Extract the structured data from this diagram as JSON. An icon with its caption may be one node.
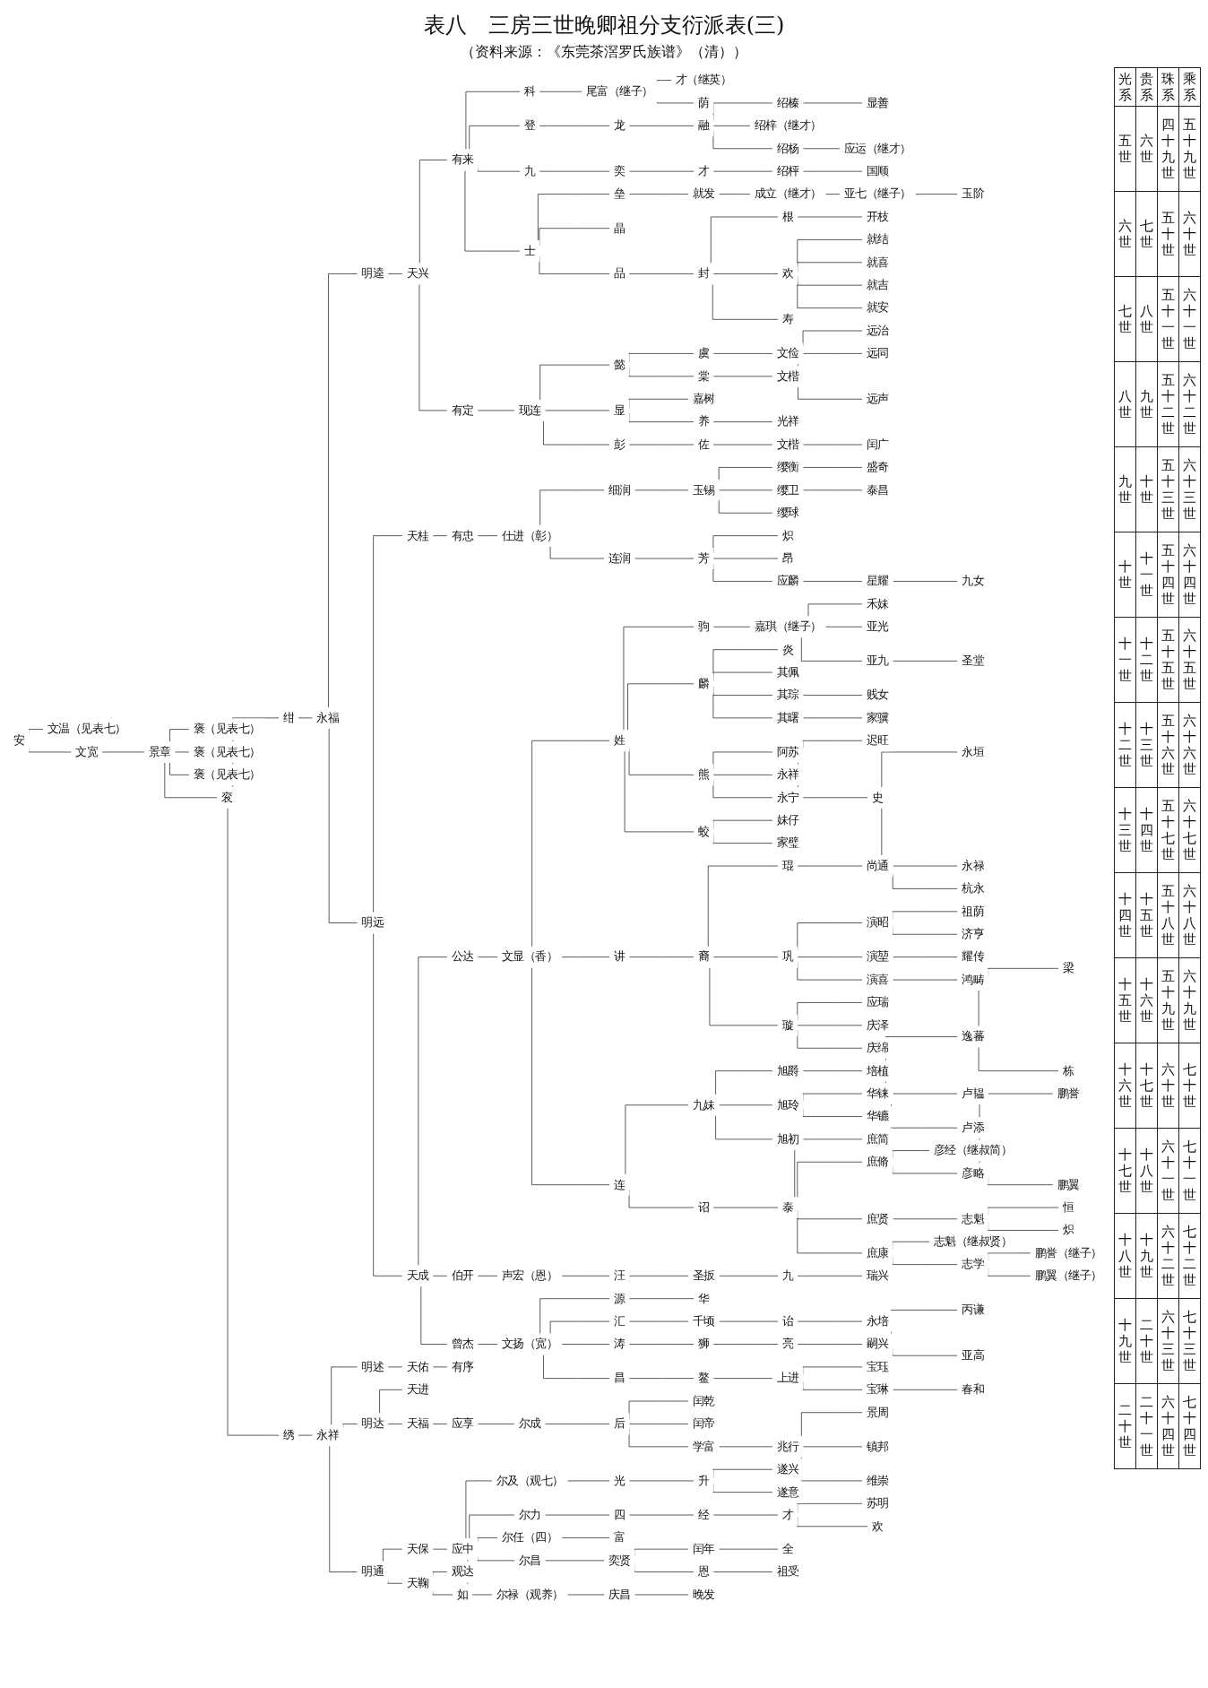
{
  "diagram": {
    "title": "表八　三房三世晚卿祖分支衍派表(三)",
    "nodes": [
      {
        "text": [
          "安"
        ]
      },
      {
        "text": [
          "文温（见表七）"
        ]
      },
      {
        "text": [
          "文宽"
        ]
      },
      {
        "text": [
          "景章"
        ]
      },
      {
        "text": [
          "褒（见表七）"
        ]
      },
      {
        "text": [
          "褒（见表七）"
        ]
      },
      {
        "text": [
          "褒（见表七）"
        ]
      },
      {
        "text": [
          "衮"
        ]
      },
      {
        "text": [
          "绀"
        ]
      },
      {
        "text": [
          "绣"
        ]
      },
      {
        "text": [
          "永福"
        ]
      },
      {
        "text": [
          "永祥"
        ]
      },
      {
        "text": [
          "明逵"
        ]
      },
      {
        "text": [
          "明远"
        ]
      },
      {
        "text": [
          "明述"
        ]
      },
      {
        "text": [
          "明达"
        ]
      },
      {
        "text": [
          "明通"
        ]
      },
      {
        "text": [
          "天兴"
        ]
      },
      {
        "text": [
          "天桂"
        ]
      },
      {
        "text": [
          "天成"
        ]
      },
      {
        "text": [
          "天佑"
        ]
      },
      {
        "text": [
          "天进"
        ]
      },
      {
        "text": [
          "天福"
        ]
      },
      {
        "text": [
          "天保"
        ]
      },
      {
        "text": [
          "天鞠"
        ]
      },
      {
        "text": [
          "有来"
        ]
      },
      {
        "text": [
          "有定"
        ]
      },
      {
        "text": [
          "有忠"
        ]
      },
      {
        "text": [
          "公达"
        ]
      },
      {
        "text": [
          "伯开"
        ]
      },
      {
        "text": [
          "曾杰"
        ]
      },
      {
        "text": [
          "有序"
        ]
      },
      {
        "text": [
          "应享"
        ]
      },
      {
        "text": [
          "应中"
        ]
      },
      {
        "text": [
          "观达"
        ]
      },
      {
        "text": [
          "如"
        ]
      },
      {
        "text": [
          "科"
        ]
      },
      {
        "text": [
          "登"
        ]
      },
      {
        "text": [
          "九"
        ]
      },
      {
        "text": [
          "士"
        ]
      },
      {
        "text": [
          "现连"
        ]
      },
      {
        "text": [
          "仕进（彰）"
        ]
      },
      {
        "text": [
          "文显（香）"
        ]
      },
      {
        "text": [
          "声宏（恩）"
        ]
      },
      {
        "text": [
          "文扬（宽）"
        ]
      },
      {
        "text": [
          "尔成"
        ]
      },
      {
        "text": [
          "尔及（观七）"
        ]
      },
      {
        "text": [
          "尔力"
        ]
      },
      {
        "text": [
          "尔任（四）"
        ]
      },
      {
        "text": [
          "尔昌"
        ]
      },
      {
        "text": [
          "尔禄（观养）"
        ]
      },
      {
        "text": [
          "尾富（继子）"
        ]
      },
      {
        "text": [
          "龙"
        ]
      },
      {
        "text": [
          "奕"
        ]
      },
      {
        "text": [
          "垒"
        ]
      },
      {
        "text": [
          "晶"
        ]
      },
      {
        "text": [
          "品"
        ]
      },
      {
        "text": [
          "懿"
        ]
      },
      {
        "text": [
          "显"
        ]
      },
      {
        "text": [
          "彭"
        ]
      },
      {
        "text": [
          "细润"
        ]
      },
      {
        "text": [
          "连润"
        ]
      },
      {
        "text": [
          "姓"
        ]
      },
      {
        "text": [
          "讲"
        ]
      },
      {
        "text": [
          "连"
        ]
      },
      {
        "text": [
          "汪"
        ]
      },
      {
        "text": [
          "源"
        ]
      },
      {
        "text": [
          "汇"
        ]
      },
      {
        "text": [
          "涛"
        ]
      },
      {
        "text": [
          "昌"
        ]
      },
      {
        "text": [
          "后"
        ]
      },
      {
        "text": [
          "光"
        ]
      },
      {
        "text": [
          "四"
        ]
      },
      {
        "text": [
          "富"
        ]
      },
      {
        "text": [
          "奕贤"
        ]
      },
      {
        "text": [
          "庆昌"
        ]
      },
      {
        "text": [
          "才（继英）"
        ]
      },
      {
        "text": [
          "荫"
        ]
      },
      {
        "text": [
          "融"
        ]
      },
      {
        "text": [
          "才"
        ]
      },
      {
        "text": [
          "就发"
        ]
      },
      {
        "text": [
          "封"
        ]
      },
      {
        "text": [
          "虞"
        ]
      },
      {
        "text": [
          "棠"
        ]
      },
      {
        "text": [
          "嘉树"
        ]
      },
      {
        "text": [
          "养"
        ]
      },
      {
        "text": [
          "佐"
        ]
      },
      {
        "text": [
          "玉锡"
        ]
      },
      {
        "text": [
          "芳"
        ]
      },
      {
        "text": [
          "驹"
        ]
      },
      {
        "text": [
          "麟"
        ]
      },
      {
        "text": [
          "熊"
        ]
      },
      {
        "text": [
          "蛟"
        ]
      },
      {
        "text": [
          "裔"
        ]
      },
      {
        "text": [
          "九妹"
        ]
      },
      {
        "text": [
          "诏"
        ]
      },
      {
        "text": [
          "圣扳"
        ]
      },
      {
        "text": [
          "华"
        ]
      },
      {
        "text": [
          "千顷"
        ]
      },
      {
        "text": [
          "狮"
        ]
      },
      {
        "text": [
          "鳌"
        ]
      },
      {
        "text": [
          "闰乾"
        ]
      },
      {
        "text": [
          "闰帝"
        ]
      },
      {
        "text": [
          "学富"
        ]
      },
      {
        "text": [
          "升"
        ]
      },
      {
        "text": [
          "经"
        ]
      },
      {
        "text": [
          "闰年"
        ]
      },
      {
        "text": [
          "恩"
        ]
      },
      {
        "text": [
          "晚发"
        ]
      },
      {
        "text": [
          "绍榛"
        ]
      },
      {
        "text": [
          "绍梓（继才）"
        ]
      },
      {
        "text": [
          "绍杨"
        ]
      },
      {
        "text": [
          "绍枰"
        ]
      },
      {
        "text": [
          "成立（继才）"
        ]
      },
      {
        "text": [
          "根"
        ]
      },
      {
        "text": [
          "欢"
        ]
      },
      {
        "text": [
          "寿"
        ]
      },
      {
        "text": [
          "文俭"
        ]
      },
      {
        "text": [
          "文楷"
        ]
      },
      {
        "text": [
          "光祥"
        ]
      },
      {
        "text": [
          "文楷"
        ]
      },
      {
        "text": [
          "缨衡"
        ]
      },
      {
        "text": [
          "缨卫"
        ]
      },
      {
        "text": [
          "缨球"
        ]
      },
      {
        "text": [
          "炽"
        ]
      },
      {
        "text": [
          "昂"
        ]
      },
      {
        "text": [
          "应麟"
        ]
      },
      {
        "text": [
          "嘉琪（继子）"
        ]
      },
      {
        "text": [
          "炎"
        ]
      },
      {
        "text": [
          "其佩"
        ]
      },
      {
        "text": [
          "其琮"
        ]
      },
      {
        "text": [
          "其曙"
        ]
      },
      {
        "text": [
          "阿苏"
        ]
      },
      {
        "text": [
          "永祥"
        ]
      },
      {
        "text": [
          "永宁"
        ]
      },
      {
        "text": [
          "妹仔"
        ]
      },
      {
        "text": [
          "家璧"
        ]
      },
      {
        "text": [
          "琨"
        ]
      },
      {
        "text": [
          "巩"
        ]
      },
      {
        "text": [
          "璇"
        ]
      },
      {
        "text": [
          "旭爵"
        ]
      },
      {
        "text": [
          "旭玲"
        ]
      },
      {
        "text": [
          "旭初"
        ]
      },
      {
        "text": [
          "泰"
        ]
      },
      {
        "text": [
          "九"
        ]
      },
      {
        "text": [
          "诒"
        ]
      },
      {
        "text": [
          "亮"
        ]
      },
      {
        "text": [
          "上进"
        ]
      },
      {
        "text": [
          "兆行"
        ]
      },
      {
        "text": [
          "遂兴"
        ]
      },
      {
        "text": [
          "遂意"
        ]
      },
      {
        "text": [
          "才"
        ]
      },
      {
        "text": [
          "全"
        ]
      },
      {
        "text": [
          "祖受"
        ]
      },
      {
        "text": [
          "显善"
        ]
      },
      {
        "text": [
          "应运（继才）"
        ]
      },
      {
        "text": [
          "国顺"
        ]
      },
      {
        "text": [
          "亚七（继子）"
        ]
      },
      {
        "text": [
          "开枝"
        ]
      },
      {
        "text": [
          "就结"
        ]
      },
      {
        "text": [
          "就喜"
        ]
      },
      {
        "text": [
          "就吉"
        ]
      },
      {
        "text": [
          "就安"
        ]
      },
      {
        "text": [
          "远治"
        ]
      },
      {
        "text": [
          "远同"
        ]
      },
      {
        "text": [
          "远声"
        ]
      },
      {
        "text": [
          "闰广"
        ]
      },
      {
        "text": [
          "盛奇"
        ]
      },
      {
        "text": [
          "泰昌"
        ]
      },
      {
        "text": [
          "星耀"
        ]
      },
      {
        "text": [
          "禾妹"
        ]
      },
      {
        "text": [
          "亚光"
        ]
      },
      {
        "text": [
          "亚九"
        ]
      },
      {
        "text": [
          "贱女"
        ]
      },
      {
        "text": [
          "家骥"
        ]
      },
      {
        "text": [
          "迟旺"
        ]
      },
      {
        "text": [
          "史"
        ]
      },
      {
        "text": [
          "尚通"
        ]
      },
      {
        "text": [
          "演昭"
        ]
      },
      {
        "text": [
          "演堃"
        ]
      },
      {
        "text": [
          "演喜"
        ]
      },
      {
        "text": [
          "应瑞"
        ]
      },
      {
        "text": [
          "庆泽"
        ]
      },
      {
        "text": [
          "庆绵"
        ]
      },
      {
        "text": [
          "培植"
        ]
      },
      {
        "text": [
          "华铼"
        ]
      },
      {
        "text": [
          "华镳"
        ]
      },
      {
        "text": [
          "庶简"
        ]
      },
      {
        "text": [
          "庶脩"
        ]
      },
      {
        "text": [
          "庶贤"
        ]
      },
      {
        "text": [
          "庶康"
        ]
      },
      {
        "text": [
          "瑞兴"
        ]
      },
      {
        "text": [
          "永培"
        ]
      },
      {
        "text": [
          "嗣兴"
        ]
      },
      {
        "text": [
          "宝珏"
        ]
      },
      {
        "text": [
          "宝琳"
        ]
      },
      {
        "text": [
          "景周"
        ]
      },
      {
        "text": [
          "镇邦"
        ]
      },
      {
        "text": [
          "维崇"
        ]
      },
      {
        "text": [
          "苏明"
        ]
      },
      {
        "text": [
          "欢"
        ]
      },
      {
        "text": [
          "玉阶"
        ]
      },
      {
        "text": [
          "九女"
        ]
      },
      {
        "text": [
          "圣堂"
        ]
      },
      {
        "text": [
          "永垣"
        ]
      },
      {
        "text": [
          "永禄"
        ]
      },
      {
        "text": [
          "杭永"
        ]
      },
      {
        "text": [
          "祖荫"
        ]
      },
      {
        "text": [
          "济亨"
        ]
      },
      {
        "text": [
          "耀传"
        ]
      },
      {
        "text": [
          "鸿畴"
        ]
      },
      {
        "text": [
          "逸蕃"
        ]
      },
      {
        "text": [
          "卢韫"
        ]
      },
      {
        "text": [
          "卢添"
        ]
      },
      {
        "text": [
          "彦经（继叔简）"
        ]
      },
      {
        "text": [
          "彦略"
        ]
      },
      {
        "text": [
          "志魁"
        ]
      },
      {
        "text": [
          "志魁（继叔贤）"
        ]
      },
      {
        "text": [
          "志学"
        ]
      },
      {
        "text": [
          "丙谦"
        ]
      },
      {
        "text": [
          "亚高"
        ]
      },
      {
        "text": [
          "春和"
        ]
      },
      {
        "text": [
          "梁"
        ]
      },
      {
        "text": [
          "栋"
        ]
      },
      {
        "text": [
          "鹏誉"
        ]
      },
      {
        "text": [
          "鹏翼"
        ]
      },
      {
        "text": [
          "恒"
        ]
      },
      {
        "text": [
          "炽"
        ]
      },
      {
        "text": [
          "鹏誉（继子）"
        ]
      },
      {
        "text": [
          "鹏翼（继子）"
        ]
      }
    ],
    "edges": [
      {
        "from": 0,
        "to": 1,
        "arrow": "none"
      },
      {
        "from": 0,
        "to": 2,
        "arrow": "none"
      },
      {
        "from": 2,
        "to": 3,
        "arrow": "none"
      },
      {
        "from": 3,
        "to": 4,
        "arrow": "none"
      },
      {
        "from": 3,
        "to": 5,
        "arrow": "none"
      },
      {
        "from": 3,
        "to": 6,
        "arrow": "none"
      },
      {
        "from": 3,
        "to": 7,
        "arrow": "none"
      },
      {
        "from": 7,
        "to": 8,
        "arrow": "none"
      },
      {
        "from": 7,
        "to": 9,
        "arrow": "none"
      },
      {
        "from": 8,
        "to": 10,
        "arrow": "none"
      },
      {
        "from": 9,
        "to": 11,
        "arrow": "none"
      },
      {
        "from": 10,
        "to": 12,
        "arrow": "none"
      },
      {
        "from": 10,
        "to": 13,
        "arrow": "none"
      },
      {
        "from": 11,
        "to": 14,
        "arrow": "none"
      },
      {
        "from": 11,
        "to": 15,
        "arrow": "none"
      },
      {
        "from": 11,
        "to": 16,
        "arrow": "none"
      },
      {
        "from": 12,
        "to": 17,
        "arrow": "none"
      },
      {
        "from": 13,
        "to": 18,
        "arrow": "none"
      },
      {
        "from": 13,
        "to": 19,
        "arrow": "none"
      },
      {
        "from": 14,
        "to": 20,
        "arrow": "none"
      },
      {
        "from": 15,
        "to": 21,
        "arrow": "none"
      },
      {
        "from": 15,
        "to": 22,
        "arrow": "none"
      },
      {
        "from": 16,
        "to": 23,
        "arrow": "none"
      },
      {
        "from": 16,
        "to": 24,
        "arrow": "none"
      },
      {
        "from": 17,
        "to": 25,
        "arrow": "none"
      },
      {
        "from": 17,
        "to": 26,
        "arrow": "none"
      },
      {
        "from": 18,
        "to": 27,
        "arrow": "none"
      },
      {
        "from": 19,
        "to": 28,
        "arrow": "none"
      },
      {
        "from": 19,
        "to": 29,
        "arrow": "none"
      },
      {
        "from": 19,
        "to": 30,
        "arrow": "none"
      },
      {
        "from": 20,
        "to": 31,
        "arrow": "none"
      },
      {
        "from": 22,
        "to": 32,
        "arrow": "none"
      },
      {
        "from": 23,
        "to": 33,
        "arrow": "none"
      },
      {
        "from": 24,
        "to": 34,
        "arrow": "none"
      },
      {
        "from": 24,
        "to": 35,
        "arrow": "none"
      },
      {
        "from": 25,
        "to": 36,
        "arrow": "none"
      },
      {
        "from": 25,
        "to": 37,
        "arrow": "none"
      },
      {
        "from": 25,
        "to": 38,
        "arrow": "none"
      },
      {
        "from": 25,
        "to": 39,
        "arrow": "none"
      },
      {
        "from": 26,
        "to": 40,
        "arrow": "none"
      },
      {
        "from": 27,
        "to": 41,
        "arrow": "none"
      },
      {
        "from": 28,
        "to": 42,
        "arrow": "none"
      },
      {
        "from": 29,
        "to": 43,
        "arrow": "none"
      },
      {
        "from": 30,
        "to": 44,
        "arrow": "none"
      },
      {
        "from": 32,
        "to": 45,
        "arrow": "none"
      },
      {
        "from": 33,
        "to": 46,
        "arrow": "none"
      },
      {
        "from": 33,
        "to": 47,
        "arrow": "none"
      },
      {
        "from": 33,
        "to": 48,
        "arrow": "none"
      },
      {
        "from": 33,
        "to": 49,
        "arrow": "none"
      },
      {
        "from": 33,
        "to": 50,
        "arrow": "none"
      },
      {
        "from": 36,
        "to": 51,
        "arrow": "none"
      },
      {
        "from": 37,
        "to": 52,
        "arrow": "none"
      },
      {
        "from": 38,
        "to": 53,
        "arrow": "none"
      },
      {
        "from": 39,
        "to": 54,
        "arrow": "none"
      },
      {
        "from": 39,
        "to": 55,
        "arrow": "none"
      },
      {
        "from": 39,
        "to": 56,
        "arrow": "none"
      },
      {
        "from": 40,
        "to": 57,
        "arrow": "none"
      },
      {
        "from": 40,
        "to": 58,
        "arrow": "none"
      },
      {
        "from": 40,
        "to": 59,
        "arrow": "none"
      },
      {
        "from": 41,
        "to": 60,
        "arrow": "none"
      },
      {
        "from": 41,
        "to": 61,
        "arrow": "none"
      },
      {
        "from": 42,
        "to": 62,
        "arrow": "none"
      },
      {
        "from": 42,
        "to": 63,
        "arrow": "none"
      },
      {
        "from": 42,
        "to": 64,
        "arrow": "none"
      },
      {
        "from": 43,
        "to": 65,
        "arrow": "none"
      },
      {
        "from": 44,
        "to": 66,
        "arrow": "none"
      },
      {
        "from": 44,
        "to": 67,
        "arrow": "none"
      },
      {
        "from": 44,
        "to": 68,
        "arrow": "none"
      },
      {
        "from": 44,
        "to": 69,
        "arrow": "none"
      },
      {
        "from": 45,
        "to": 70,
        "arrow": "none"
      },
      {
        "from": 46,
        "to": 71,
        "arrow": "none"
      },
      {
        "from": 47,
        "to": 72,
        "arrow": "none"
      },
      {
        "from": 48,
        "to": 73,
        "arrow": "none"
      },
      {
        "from": 49,
        "to": 74,
        "arrow": "none"
      },
      {
        "from": 50,
        "to": 75,
        "arrow": "none"
      },
      {
        "from": 51,
        "to": 76,
        "arrow": "none"
      },
      {
        "from": 51,
        "to": 77,
        "arrow": "none"
      },
      {
        "from": 52,
        "to": 78,
        "arrow": "none"
      },
      {
        "from": 53,
        "to": 79,
        "arrow": "none"
      },
      {
        "from": 54,
        "to": 80,
        "arrow": "none"
      },
      {
        "from": 56,
        "to": 81,
        "arrow": "none"
      },
      {
        "from": 57,
        "to": 82,
        "arrow": "none"
      },
      {
        "from": 57,
        "to": 83,
        "arrow": "none"
      },
      {
        "from": 58,
        "to": 84,
        "arrow": "none"
      },
      {
        "from": 58,
        "to": 85,
        "arrow": "none"
      },
      {
        "from": 59,
        "to": 86,
        "arrow": "none"
      },
      {
        "from": 60,
        "to": 87,
        "arrow": "none"
      },
      {
        "from": 61,
        "to": 88,
        "arrow": "none"
      },
      {
        "from": 62,
        "to": 89,
        "arrow": "none"
      },
      {
        "from": 62,
        "to": 90,
        "arrow": "none"
      },
      {
        "from": 62,
        "to": 91,
        "arrow": "none"
      },
      {
        "from": 62,
        "to": 92,
        "arrow": "none"
      },
      {
        "from": 63,
        "to": 93,
        "arrow": "none"
      },
      {
        "from": 64,
        "to": 94,
        "arrow": "none"
      },
      {
        "from": 64,
        "to": 95,
        "arrow": "none"
      },
      {
        "from": 65,
        "to": 96,
        "arrow": "none"
      },
      {
        "from": 66,
        "to": 97,
        "arrow": "none"
      },
      {
        "from": 67,
        "to": 98,
        "arrow": "none"
      },
      {
        "from": 68,
        "to": 99,
        "arrow": "none"
      },
      {
        "from": 69,
        "to": 100,
        "arrow": "none"
      },
      {
        "from": 70,
        "to": 101,
        "arrow": "none"
      },
      {
        "from": 70,
        "to": 102,
        "arrow": "none"
      },
      {
        "from": 70,
        "to": 103,
        "arrow": "none"
      },
      {
        "from": 71,
        "to": 104,
        "arrow": "none"
      },
      {
        "from": 72,
        "to": 105,
        "arrow": "none"
      },
      {
        "from": 74,
        "to": 106,
        "arrow": "none"
      },
      {
        "from": 74,
        "to": 107,
        "arrow": "none"
      },
      {
        "from": 75,
        "to": 108,
        "arrow": "none"
      },
      {
        "from": 78,
        "to": 109,
        "arrow": "none"
      },
      {
        "from": 78,
        "to": 110,
        "arrow": "none"
      },
      {
        "from": 78,
        "to": 111,
        "arrow": "none"
      },
      {
        "from": 79,
        "to": 112,
        "arrow": "none"
      },
      {
        "from": 80,
        "to": 113,
        "arrow": "none"
      },
      {
        "from": 81,
        "to": 114,
        "arrow": "none"
      },
      {
        "from": 81,
        "to": 115,
        "arrow": "none"
      },
      {
        "from": 81,
        "to": 116,
        "arrow": "none"
      },
      {
        "from": 82,
        "to": 117,
        "arrow": "none"
      },
      {
        "from": 83,
        "to": 118,
        "arrow": "none"
      },
      {
        "from": 85,
        "to": 119,
        "arrow": "none"
      },
      {
        "from": 86,
        "to": 120,
        "arrow": "none"
      },
      {
        "from": 87,
        "to": 121,
        "arrow": "none"
      },
      {
        "from": 87,
        "to": 122,
        "arrow": "none"
      },
      {
        "from": 87,
        "to": 123,
        "arrow": "none"
      },
      {
        "from": 88,
        "to": 124,
        "arrow": "none"
      },
      {
        "from": 88,
        "to": 125,
        "arrow": "none"
      },
      {
        "from": 88,
        "to": 126,
        "arrow": "none"
      },
      {
        "from": 89,
        "to": 127,
        "arrow": "none"
      },
      {
        "from": 90,
        "to": 128,
        "arrow": "none"
      },
      {
        "from": 90,
        "to": 129,
        "arrow": "none"
      },
      {
        "from": 90,
        "to": 130,
        "arrow": "none"
      },
      {
        "from": 90,
        "to": 131,
        "arrow": "none"
      },
      {
        "from": 91,
        "to": 132,
        "arrow": "none"
      },
      {
        "from": 91,
        "to": 133,
        "arrow": "none"
      },
      {
        "from": 91,
        "to": 134,
        "arrow": "none"
      },
      {
        "from": 92,
        "to": 135,
        "arrow": "none"
      },
      {
        "from": 92,
        "to": 136,
        "arrow": "none"
      },
      {
        "from": 93,
        "to": 137,
        "arrow": "none"
      },
      {
        "from": 93,
        "to": 138,
        "arrow": "none"
      },
      {
        "from": 93,
        "to": 139,
        "arrow": "none"
      },
      {
        "from": 94,
        "to": 140,
        "arrow": "none"
      },
      {
        "from": 94,
        "to": 141,
        "arrow": "none"
      },
      {
        "from": 94,
        "to": 142,
        "arrow": "none"
      },
      {
        "from": 95,
        "to": 143,
        "arrow": "none"
      },
      {
        "from": 96,
        "to": 144,
        "arrow": "none"
      },
      {
        "from": 98,
        "to": 145,
        "arrow": "none"
      },
      {
        "from": 99,
        "to": 146,
        "arrow": "none"
      },
      {
        "from": 100,
        "to": 147,
        "arrow": "none"
      },
      {
        "from": 103,
        "to": 148,
        "arrow": "none"
      },
      {
        "from": 104,
        "to": 149,
        "arrow": "none"
      },
      {
        "from": 104,
        "to": 150,
        "arrow": "none"
      },
      {
        "from": 105,
        "to": 151,
        "arrow": "none"
      },
      {
        "from": 106,
        "to": 152,
        "arrow": "none"
      },
      {
        "from": 107,
        "to": 153,
        "arrow": "none"
      },
      {
        "from": 109,
        "to": 154,
        "arrow": "none"
      },
      {
        "from": 111,
        "to": 155,
        "arrow": "none"
      },
      {
        "from": 112,
        "to": 156,
        "arrow": "none"
      },
      {
        "from": 113,
        "to": 157,
        "arrow": "none"
      },
      {
        "from": 114,
        "to": 158,
        "arrow": "none"
      },
      {
        "from": 115,
        "to": 159,
        "arrow": "none"
      },
      {
        "from": 115,
        "to": 160,
        "arrow": "none"
      },
      {
        "from": 115,
        "to": 161,
        "arrow": "none"
      },
      {
        "from": 115,
        "to": 162,
        "arrow": "none"
      },
      {
        "from": 117,
        "to": 163,
        "arrow": "none"
      },
      {
        "from": 117,
        "to": 164,
        "arrow": "none"
      },
      {
        "from": 117,
        "to": 165,
        "arrow": "none"
      },
      {
        "from": 120,
        "to": 166,
        "arrow": "none"
      },
      {
        "from": 121,
        "to": 167,
        "arrow": "none"
      },
      {
        "from": 122,
        "to": 168,
        "arrow": "none"
      },
      {
        "from": 126,
        "to": 169,
        "arrow": "none"
      },
      {
        "from": 127,
        "to": 170,
        "arrow": "none"
      },
      {
        "from": 127,
        "to": 171,
        "arrow": "none"
      },
      {
        "from": 127,
        "to": 172,
        "arrow": "none"
      },
      {
        "from": 130,
        "to": 173,
        "arrow": "none"
      },
      {
        "from": 131,
        "to": 174,
        "arrow": "none"
      },
      {
        "from": 132,
        "to": 175,
        "arrow": "none"
      },
      {
        "from": 132,
        "to": 176,
        "arrow": "none"
      },
      {
        "from": 137,
        "to": 177,
        "arrow": "none"
      },
      {
        "from": 138,
        "to": 178,
        "arrow": "none"
      },
      {
        "from": 138,
        "to": 179,
        "arrow": "none"
      },
      {
        "from": 138,
        "to": 180,
        "arrow": "none"
      },
      {
        "from": 139,
        "to": 181,
        "arrow": "none"
      },
      {
        "from": 139,
        "to": 182,
        "arrow": "none"
      },
      {
        "from": 139,
        "to": 183,
        "arrow": "none"
      },
      {
        "from": 140,
        "to": 184,
        "arrow": "none"
      },
      {
        "from": 141,
        "to": 185,
        "arrow": "none"
      },
      {
        "from": 141,
        "to": 186,
        "arrow": "none"
      },
      {
        "from": 143,
        "to": 187,
        "arrow": "none"
      },
      {
        "from": 143,
        "to": 188,
        "arrow": "none"
      },
      {
        "from": 143,
        "to": 189,
        "arrow": "none"
      },
      {
        "from": 143,
        "to": 190,
        "arrow": "none"
      },
      {
        "from": 144,
        "to": 191,
        "arrow": "none"
      },
      {
        "from": 145,
        "to": 192,
        "arrow": "none"
      },
      {
        "from": 146,
        "to": 193,
        "arrow": "none"
      },
      {
        "from": 147,
        "to": 194,
        "arrow": "none"
      },
      {
        "from": 147,
        "to": 195,
        "arrow": "none"
      },
      {
        "from": 148,
        "to": 196,
        "arrow": "none"
      },
      {
        "from": 148,
        "to": 197,
        "arrow": "none"
      },
      {
        "from": 148,
        "to": 198,
        "arrow": "none"
      },
      {
        "from": 151,
        "to": 199,
        "arrow": "none"
      },
      {
        "from": 151,
        "to": 200,
        "arrow": "none"
      },
      {
        "from": 157,
        "to": 201,
        "arrow": "none"
      },
      {
        "from": 169,
        "to": 202,
        "arrow": "none"
      },
      {
        "from": 172,
        "to": 203,
        "arrow": "none"
      },
      {
        "from": 177,
        "to": 204,
        "arrow": "none"
      },
      {
        "from": 177,
        "to": 205,
        "arrow": "none"
      },
      {
        "from": 177,
        "to": 206,
        "arrow": "none"
      },
      {
        "from": 178,
        "to": 207,
        "arrow": "none"
      },
      {
        "from": 178,
        "to": 208,
        "arrow": "none"
      },
      {
        "from": 179,
        "to": 209,
        "arrow": "none"
      },
      {
        "from": 180,
        "to": 210,
        "arrow": "none"
      },
      {
        "from": 185,
        "to": 211,
        "arrow": "none"
      },
      {
        "from": 185,
        "to": 212,
        "arrow": "none"
      },
      {
        "from": 185,
        "to": 213,
        "arrow": "none"
      },
      {
        "from": 188,
        "to": 214,
        "arrow": "none"
      },
      {
        "from": 188,
        "to": 215,
        "arrow": "none"
      },
      {
        "from": 189,
        "to": 216,
        "arrow": "none"
      },
      {
        "from": 190,
        "to": 217,
        "arrow": "none"
      },
      {
        "from": 190,
        "to": 218,
        "arrow": "none"
      },
      {
        "from": 193,
        "to": 219,
        "arrow": "none"
      },
      {
        "from": 193,
        "to": 220,
        "arrow": "none"
      },
      {
        "from": 195,
        "to": 221,
        "arrow": "none"
      },
      {
        "from": 210,
        "to": 222,
        "arrow": "none"
      },
      {
        "from": 210,
        "to": 223,
        "arrow": "none"
      },
      {
        "from": 215,
        "to": 224,
        "arrow": "none"
      },
      {
        "from": 215,
        "to": 225,
        "arrow": "none"
      },
      {
        "from": 216,
        "to": 226,
        "arrow": "none"
      },
      {
        "from": 216,
        "to": 227,
        "arrow": "none"
      },
      {
        "from": 218,
        "to": 228,
        "arrow": "none"
      },
      {
        "from": 218,
        "to": 229,
        "arrow": "none"
      }
    ],
    "labels": [
      "（资料来源：《东莞茶滘罗氏族谱》（清））",
      "光系",
      "贵系",
      "珠系",
      "乘系",
      "五世",
      "六世",
      "四十九世",
      "五十九世",
      "六世",
      "七世",
      "五十世",
      "六十世",
      "七世",
      "八世",
      "五十一世",
      "六十一世",
      "八世",
      "九世",
      "五十二世",
      "六十二世",
      "九世",
      "十世",
      "五十三世",
      "六十三世",
      "十世",
      "十一世",
      "五十四世",
      "六十四世",
      "十一世",
      "十二世",
      "五十五世",
      "六十五世",
      "十二世",
      "十三世",
      "五十六世",
      "六十六世",
      "十三世",
      "十四世",
      "五十七世",
      "六十七世",
      "十四世",
      "十五世",
      "五十八世",
      "六十八世",
      "十五世",
      "十六世",
      "五十九世",
      "六十九世",
      "十六世",
      "十七世",
      "六十世",
      "七十世",
      "十七世",
      "十八世",
      "六十一世",
      "七十一世",
      "十八世",
      "十九世",
      "六十二世",
      "七十二世",
      "十九世",
      "二十世",
      "六十三世",
      "七十三世",
      "二十世",
      "二十一世",
      "六十四世",
      "七十四世"
    ]
  }
}
